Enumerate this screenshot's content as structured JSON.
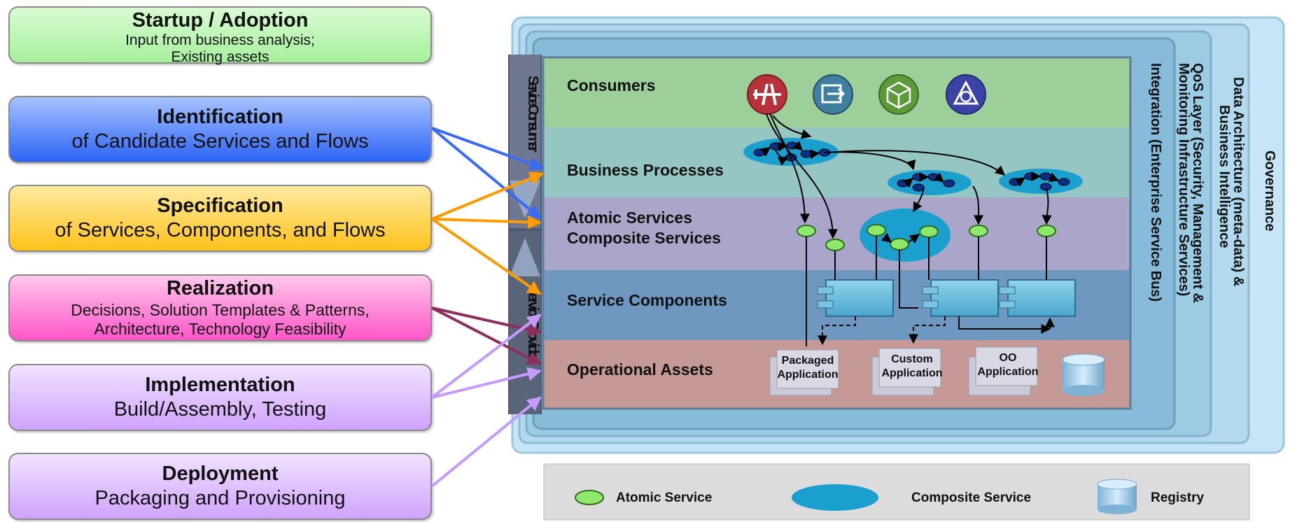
{
  "phases": [
    {
      "title": "Startup / Adoption",
      "line1": "Input from business analysis;",
      "line2": "Existing assets"
    },
    {
      "title": "Identification",
      "line1": "of Candidate Services and Flows"
    },
    {
      "title": "Specification",
      "line1": "of Services, Components, and Flows"
    },
    {
      "title": "Realization",
      "line1": "Decisions, Solution Templates & Patterns,",
      "line2": "Architecture, Technology Feasibility"
    },
    {
      "title": "Implementation",
      "line1": "Build/Assembly, Testing"
    },
    {
      "title": "Deployment",
      "line1": "Packaging and Provisioning"
    }
  ],
  "layers": {
    "consumers": "Consumers",
    "business_processes": "Business Processes",
    "atomic_services": "Atomic Services",
    "composite_services": "Composite Services",
    "service_components": "Service Components",
    "operational_assets": "Operational Assets"
  },
  "side_bars": {
    "service_consumer": "Service Consumer",
    "service_provider": "Service Provider"
  },
  "vertical_layers": {
    "integration": "Integration (Enterprise Service Bus)",
    "qos_line1": "QoS Layer (Security, Management &",
    "qos_line2": "Monitoring Infrastructure Services)",
    "data_line1": "Data Architecture (meta-data) &",
    "data_line2": "Business Intelligence",
    "governance": "Governance"
  },
  "assets": {
    "packaged_line1": "Packaged",
    "packaged_line2": "Application",
    "custom_line1": "Custom",
    "custom_line2": "Application",
    "oo_line1": "OO",
    "oo_line2": "Application"
  },
  "legend": {
    "atomic": "Atomic Service",
    "composite": "Composite Service",
    "registry": "Registry"
  },
  "consumer_icons": [
    "airplane-icon",
    "box-arrow-icon",
    "cube-icon",
    "aperture-icon"
  ],
  "colors": {
    "startup": "#b8f5b0",
    "identification": "#3f7dff",
    "specification": "#ffd23a",
    "realization": "#ff6fcf",
    "implementation": "#d9b3ff",
    "deployment": "#d9b3ff",
    "consumers_band": "#9ccf99",
    "bp_band": "#96c6c4",
    "services_band": "#a9a6c9",
    "components_band": "#6f98c0",
    "assets_band": "#c59a96"
  }
}
